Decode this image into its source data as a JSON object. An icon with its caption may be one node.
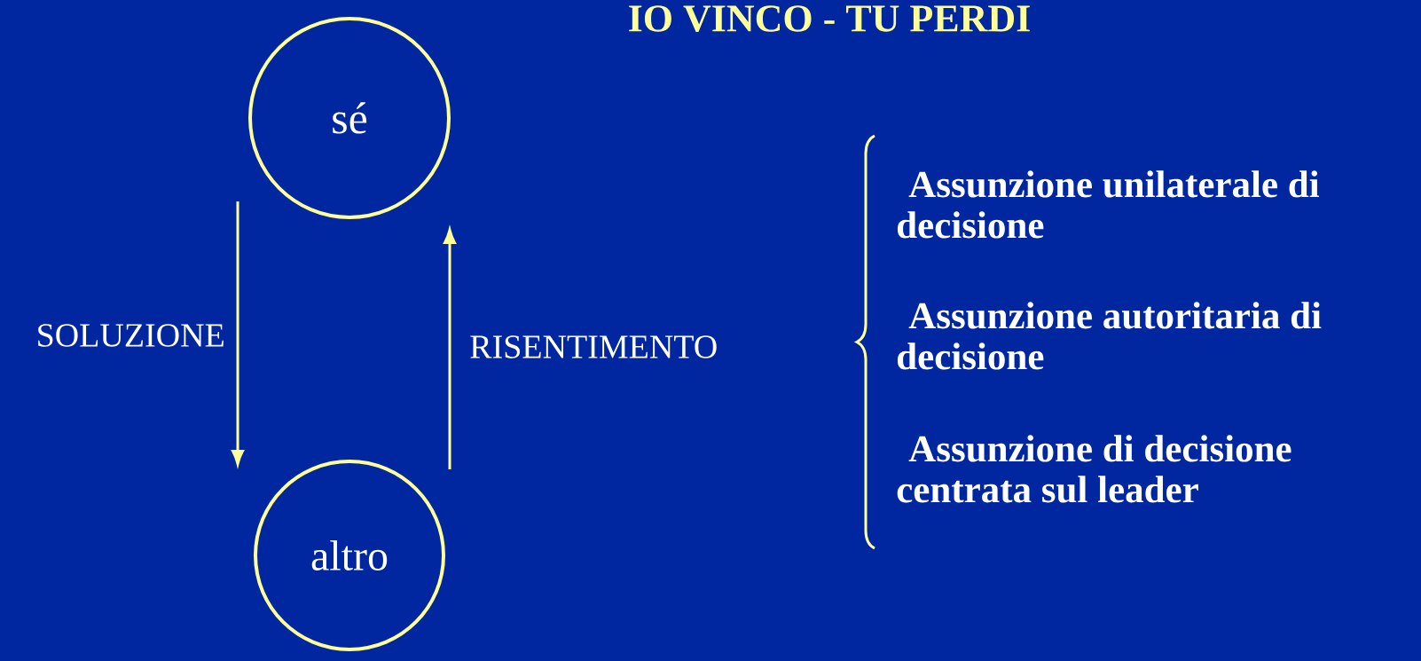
{
  "diagram": {
    "title": "IO VINCO - TU PERDI",
    "nodes": [
      {
        "text": [
          "sé"
        ]
      },
      {
        "text": [
          "altro"
        ]
      }
    ],
    "edges": [
      {
        "from": 0,
        "to": 1,
        "arrow": "to",
        "label": "SOLUZIONE"
      },
      {
        "from": 1,
        "to": 0,
        "arrow": "to",
        "label": "RISENTIMENTO"
      }
    ],
    "labels": [
      "Assunzione unilaterale di decisione",
      "Assunzione autoritaria di decisione",
      "Assunzione di decisione centrata sul leader"
    ]
  }
}
